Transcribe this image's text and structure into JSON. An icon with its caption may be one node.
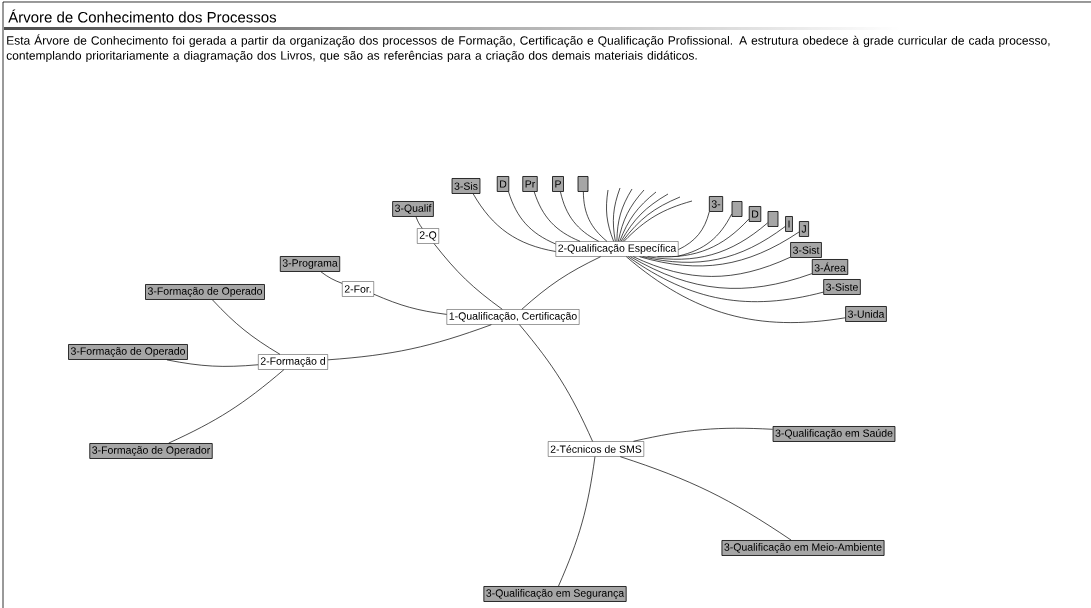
{
  "diagram": {
    "title": "Árvore de Conhecimento dos Processos",
    "caption": "Esta Árvore de Conhecimento foi gerada a partir da organização dos processos de Formação, Certificação e Qualificação Profissional. A estrutura obedece à grade curricular de cada processo, contemplando prioritariamente a diagramação dos Livros, que são as referências para a criação dos demais materiais didáticos.",
    "nodes": [
      {
        "text": [
          "3-Sis"
        ]
      },
      {
        "text": [
          "D"
        ]
      },
      {
        "text": [
          "Pr"
        ]
      },
      {
        "text": [
          "P"
        ]
      },
      {
        "text": [],
        "shape": "box"
      },
      {
        "text": [
          "3-Qualif"
        ]
      },
      {
        "text": [
          "3-Programa"
        ]
      },
      {
        "text": [
          "2-Q"
        ]
      },
      {
        "text": [
          "3-"
        ]
      },
      {
        "text": [],
        "shape": "box"
      },
      {
        "text": [
          "D"
        ]
      },
      {
        "text": [],
        "shape": "box"
      },
      {
        "text": [
          "I"
        ]
      },
      {
        "text": [
          "J"
        ]
      },
      {
        "text": [
          "2-For."
        ]
      },
      {
        "text": [
          "2-Qualificação Específica"
        ]
      },
      {
        "text": [
          "3-Sist"
        ]
      },
      {
        "text": [
          "3-Área"
        ]
      },
      {
        "text": [
          "3-Formação de Operado"
        ]
      },
      {
        "text": [
          "3-Siste"
        ]
      },
      {
        "text": [
          "1-Qualificação, Certificação"
        ]
      },
      {
        "text": [
          "3-Unida"
        ]
      },
      {
        "text": [
          "3-Formação de Operado"
        ]
      },
      {
        "text": [
          "2-Formação d"
        ]
      },
      {
        "text": [
          "3-Formação de Operador"
        ]
      },
      {
        "text": [
          "3-Qualificação em Saúde"
        ]
      },
      {
        "text": [
          "2-Técnicos de SMS"
        ]
      },
      {
        "text": [
          "3-Qualificação em Meio-Ambiente"
        ]
      },
      {
        "text": [
          "3-Qualificação em Segurança"
        ]
      }
    ],
    "edges": [
      {
        "from": 20,
        "to": 14,
        "arrow": "none"
      },
      {
        "from": 14,
        "to": 6,
        "arrow": "none"
      },
      {
        "from": 20,
        "to": 7,
        "arrow": "none"
      },
      {
        "from": 7,
        "to": 5,
        "arrow": "none"
      },
      {
        "from": 20,
        "to": 15,
        "arrow": "none"
      },
      {
        "from": 15,
        "to": 0,
        "arrow": "none"
      },
      {
        "from": 15,
        "to": 1,
        "arrow": "none"
      },
      {
        "from": 15,
        "to": 2,
        "arrow": "none"
      },
      {
        "from": 15,
        "to": 3,
        "arrow": "none"
      },
      {
        "from": 15,
        "to": 4,
        "arrow": "none"
      },
      {
        "from": 15,
        "to": null,
        "arrow": "none"
      },
      {
        "from": 15,
        "to": null,
        "arrow": "none"
      },
      {
        "from": 15,
        "to": null,
        "arrow": "none"
      },
      {
        "from": 15,
        "to": null,
        "arrow": "none"
      },
      {
        "from": 15,
        "to": null,
        "arrow": "none"
      },
      {
        "from": 15,
        "to": null,
        "arrow": "none"
      },
      {
        "from": 15,
        "to": null,
        "arrow": "none"
      },
      {
        "from": 15,
        "to": null,
        "arrow": "none"
      },
      {
        "from": 15,
        "to": 8,
        "arrow": "none"
      },
      {
        "from": 15,
        "to": 9,
        "arrow": "none"
      },
      {
        "from": 15,
        "to": 10,
        "arrow": "none"
      },
      {
        "from": 15,
        "to": 11,
        "arrow": "none"
      },
      {
        "from": 15,
        "to": 12,
        "arrow": "none"
      },
      {
        "from": 15,
        "to": 13,
        "arrow": "none"
      },
      {
        "from": 15,
        "to": 16,
        "arrow": "none"
      },
      {
        "from": 15,
        "to": 17,
        "arrow": "none"
      },
      {
        "from": 15,
        "to": 19,
        "arrow": "none"
      },
      {
        "from": 15,
        "to": 21,
        "arrow": "none"
      },
      {
        "from": 20,
        "to": 23,
        "arrow": "none"
      },
      {
        "from": 23,
        "to": 18,
        "arrow": "none"
      },
      {
        "from": 23,
        "to": 22,
        "arrow": "none"
      },
      {
        "from": 23,
        "to": 24,
        "arrow": "none"
      },
      {
        "from": 20,
        "to": 26,
        "arrow": "none"
      },
      {
        "from": 26,
        "to": 25,
        "arrow": "none"
      },
      {
        "from": 26,
        "to": 27,
        "arrow": "none"
      },
      {
        "from": 26,
        "to": 28,
        "arrow": "none"
      }
    ]
  }
}
